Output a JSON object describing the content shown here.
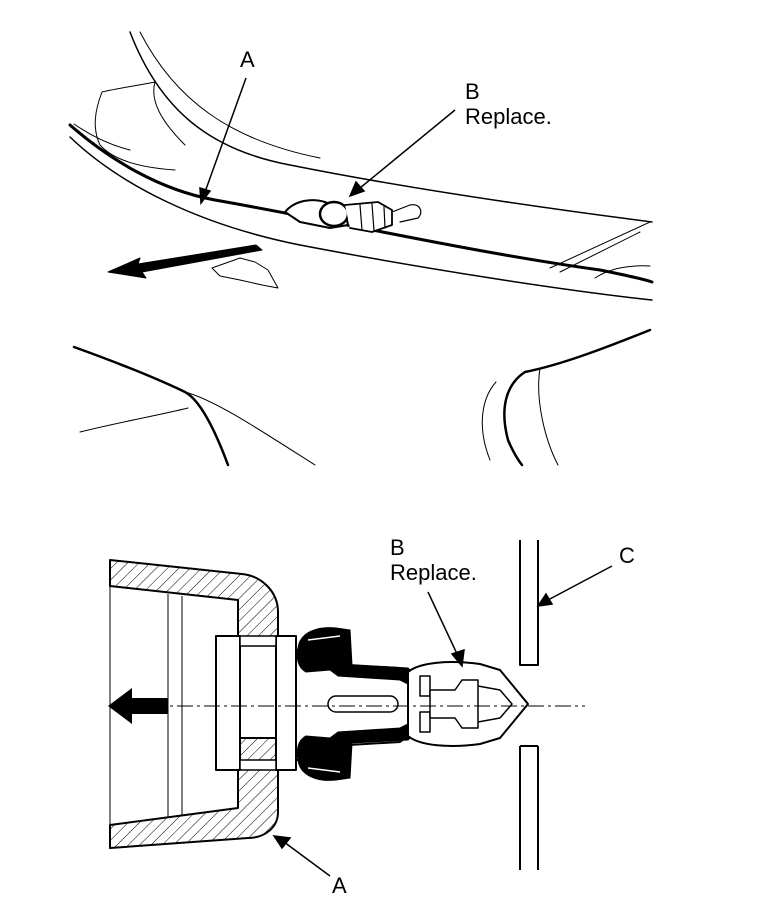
{
  "top_view": {
    "label_a": "A",
    "label_b": "B",
    "label_b_note": "Replace."
  },
  "section_view": {
    "label_a": "A",
    "label_b": "B",
    "label_b_note": "Replace.",
    "label_c": "C"
  },
  "colors": {
    "line": "#000000",
    "background": "#ffffff"
  },
  "icons": [
    "arrow-left-icon"
  ]
}
